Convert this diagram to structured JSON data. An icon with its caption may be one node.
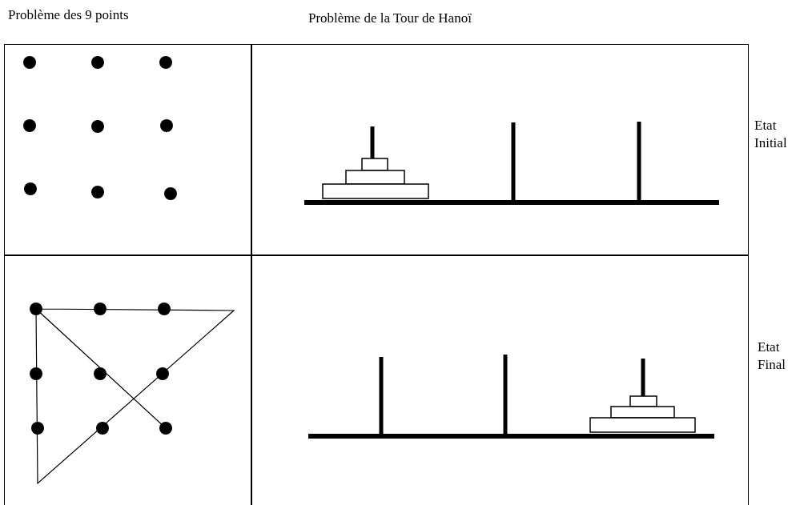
{
  "diagram": {
    "labels": [
      "Problème des 9 points",
      "Problème de la Tour de Hanoï",
      "Etat Initial",
      "Etat Final"
    ]
  }
}
